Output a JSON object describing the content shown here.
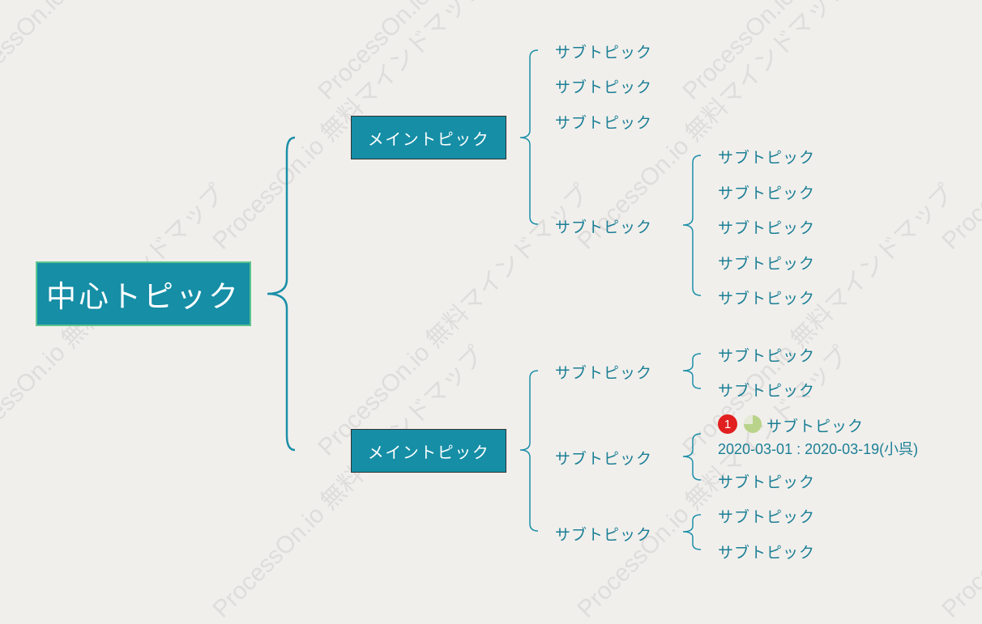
{
  "watermark": "ProcessOn.io 無料マインドマップ",
  "colors": {
    "line": "#1b8fa8",
    "box": "#158ea6",
    "central_border": "#5cc48e",
    "text": "#1b7f95",
    "badge": "#e21f1f",
    "progress": "#b9d38b"
  },
  "central": "中心トピック",
  "main_topics": [
    {
      "label": "メイントピック",
      "subtopics": [
        {
          "label": "サブトピック",
          "children": []
        },
        {
          "label": "サブトピック",
          "children": []
        },
        {
          "label": "サブトピック",
          "children": []
        },
        {
          "label": "サブトピック",
          "children": [
            "サブトピック",
            "サブトピック",
            "サブトピック",
            "サブトピック",
            "サブトピック"
          ]
        }
      ]
    },
    {
      "label": "メイントピック",
      "subtopics": [
        {
          "label": "サブトピック",
          "children": [
            "サブトピック",
            "サブトピック"
          ]
        },
        {
          "label": "サブトピック",
          "children": [
            "サブトピック",
            "サブトピック"
          ]
        },
        {
          "label": "サブトピック",
          "children": [
            "サブトピック",
            "サブトピック"
          ]
        }
      ]
    }
  ],
  "task": {
    "priority": "1",
    "progress": 0.75,
    "dates": "2020-03-01 : 2020-03-19(小呉)"
  }
}
